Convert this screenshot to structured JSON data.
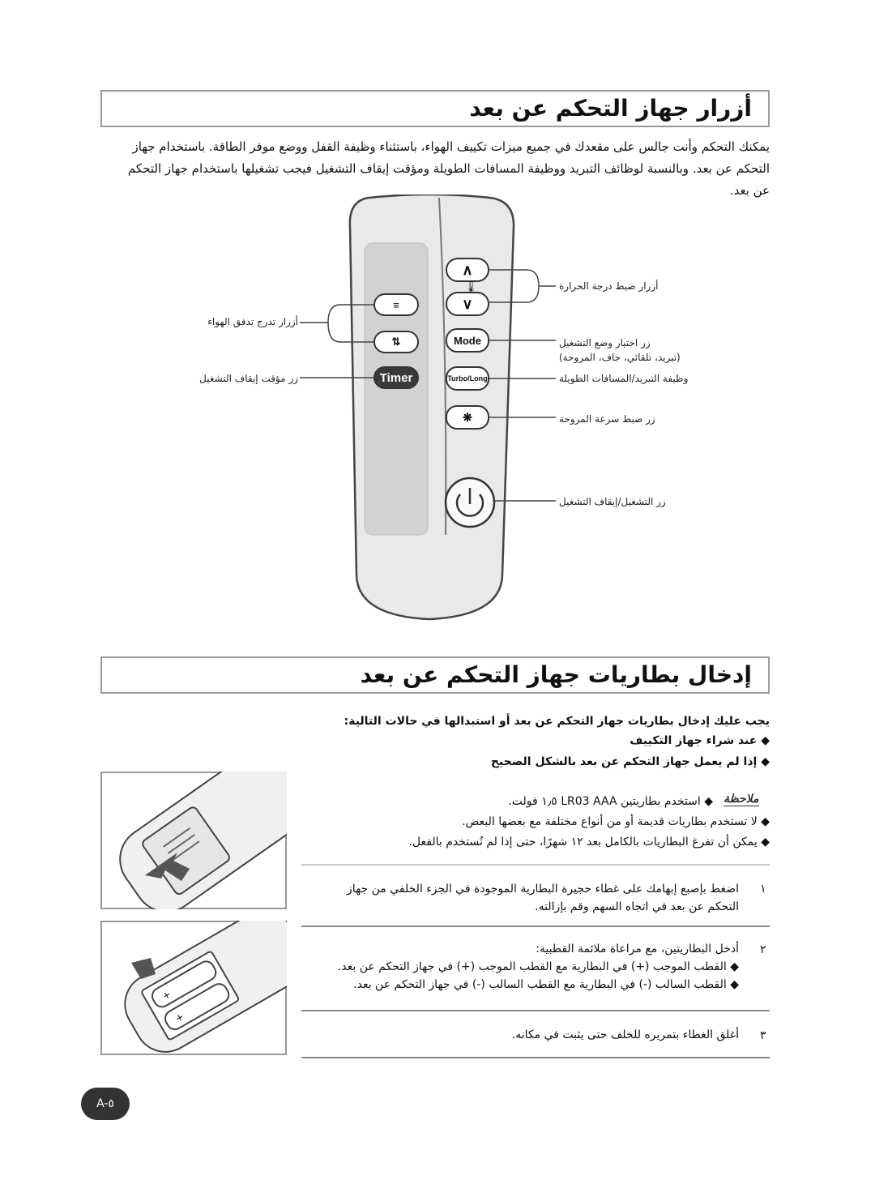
{
  "section1": {
    "title": "أزرار جهاز التحكم عن بعد",
    "para_line1": "يمكنك التحكم وأنت جالس على مقعدك في جميع ميزات تكييف الهواء، باستثناء وظيفة القفل ووضع موفر الطاقة. باستخدام جهاز",
    "para_line2": "التحكم عن بعد. وبالنسبة لوظائف التبريد ووظيفة المسافات الطويلة ومؤقت إيقاف التشغيل فيجب تشغيلها باستخدام جهاز التحكم",
    "para_line3": "عن بعد."
  },
  "remote": {
    "buttons": {
      "mode": "Mode",
      "timer": "Timer",
      "turbo": "Turbo/Long"
    },
    "callouts": {
      "temp": "أزرار ضبط درجة الحرارة",
      "mode_line1": "زر اختيار وضع التشغيل",
      "mode_line2": "(تبريد، تلقائي، جاف، المروحة)",
      "turbo": "وظيفة التبريد/المسافات الطويلة",
      "fan": "زر ضبط سرعة المروحة",
      "power": "زر التشغيل/إيقاف التشغيل",
      "airflow": "أزرار تدرج تدفق الهواء",
      "timer": "زر مؤقت إيقاف التشغيل"
    }
  },
  "section2": {
    "title": "إدخال بطاريات جهاز التحكم عن بعد",
    "intro": "يجب عليك إدخال بطاريات جهاز التحكم عن بعد أو استبدالها في حالات التالية:",
    "bullet1": "عند شراء جهاز التكييف",
    "bullet2": "إذا لم يعمل جهاز التحكم عن بعد بالشكل الصحيح",
    "note_label": "ملاحظة",
    "note1": "استخدم بطاريتين LR03 AAA ١٫٥ فولت.",
    "note2": "لا تستخدم بطاريات قديمة أو من أنواع مختلفة مع بعضها البعض.",
    "note3": "يمكن أن تفرغ البطاريات بالكامل بعد ١٢ شهرًا، حتى إذا لم تُستخدم بالفعل.",
    "step1_num": "١",
    "step1_line1": "اضغط بإصبع إبهامك على غطاء حجيرة البطارية الموجودة في الجزء الخلفي من جهاز",
    "step1_line2": "التحكم عن بعد في اتجاه السهم وقم بإزالته.",
    "step2_num": "٢",
    "step2_line1": "أدخل البطاريتين، مع مراعاة ملائمة القطبية:",
    "step2_line2": "القطب الموجب (+) في البطارية مع القطب الموجب (+) في جهاز التحكم عن بعد.",
    "step2_line3": "القطب السالب (-) في البطارية مع القطب السالب (-) في جهاز التحكم عن بعد.",
    "step3_num": "٣",
    "step3_line1": "أغلق الغطاء بتمريره للخلف حتى يثبت في مكانه."
  },
  "page_number": "A-٥"
}
